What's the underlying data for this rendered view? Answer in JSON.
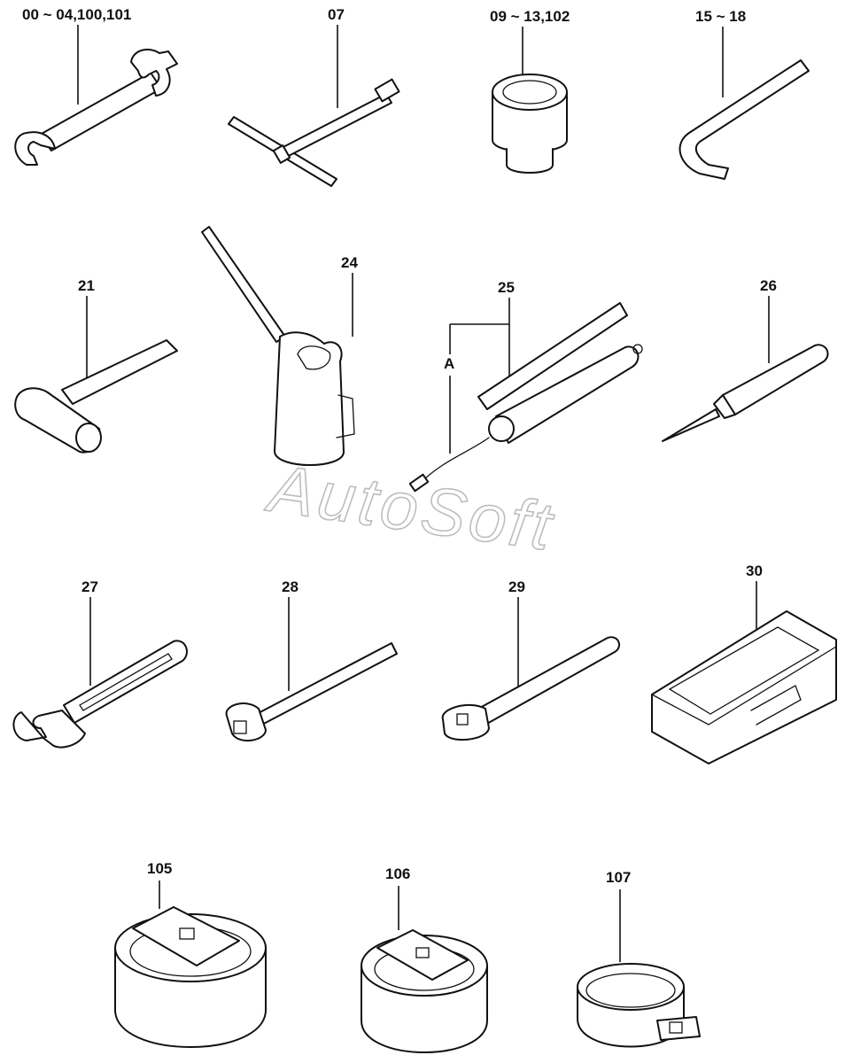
{
  "labels": {
    "wrench": "00 ~ 04,100,101",
    "tbar": "07",
    "socket": "09 ~ 13,102",
    "hexkey": "15 ~ 18",
    "hammer": "21",
    "oilcan": "24",
    "greasegun": "25",
    "greasegun_hose": "A",
    "screwdriver": "26",
    "adjustable_wrench": "27",
    "extension_bar": "28",
    "ratchet": "29",
    "toolbox": "30",
    "filter_wrench_large": "105",
    "filter_wrench_medium": "106",
    "filter_wrench_band": "107"
  },
  "watermark": "AutoSoft"
}
